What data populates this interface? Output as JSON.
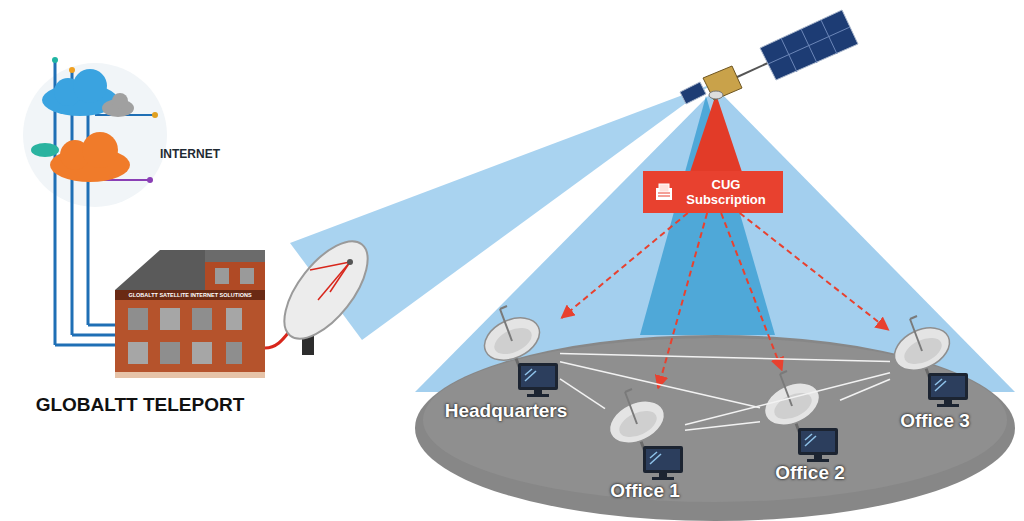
{
  "diagram": {
    "nodes": [
      {
        "text": [
          "CUG Subscription"
        ]
      },
      {
        "text": [
          "Headquarters"
        ]
      },
      {
        "text": [
          "Office 1"
        ]
      },
      {
        "text": [
          "Office 2"
        ]
      },
      {
        "text": [
          "Office 3"
        ]
      }
    ],
    "edges": [
      {
        "from": 0,
        "to": 1,
        "arrow": "to"
      },
      {
        "from": 0,
        "to": 2,
        "arrow": "to"
      },
      {
        "from": 0,
        "to": 3,
        "arrow": "to"
      },
      {
        "from": 0,
        "to": 4,
        "arrow": "to"
      },
      {
        "from": 1,
        "to": 2,
        "arrow": "none"
      },
      {
        "from": 1,
        "to": 3,
        "arrow": "none"
      },
      {
        "from": 1,
        "to": 4,
        "arrow": "none"
      },
      {
        "from": 2,
        "to": 3,
        "arrow": "none"
      },
      {
        "from": 2,
        "to": 4,
        "arrow": "none"
      },
      {
        "from": 3,
        "to": 4,
        "arrow": "none"
      }
    ],
    "labels": [
      "INTERNET",
      "GLOBALTT SATELLITE INTERNET SOLUTIONS",
      "GLOBALTT TELEPORT"
    ]
  }
}
